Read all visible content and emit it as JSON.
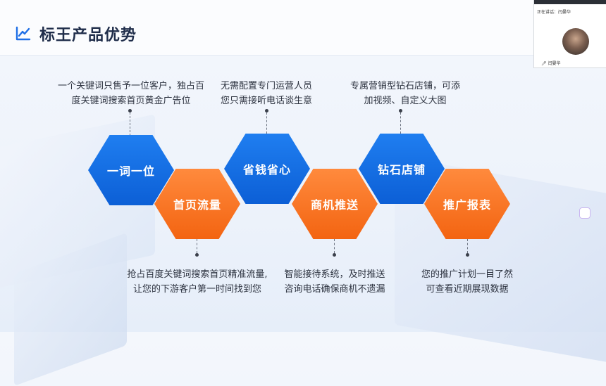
{
  "slide": {
    "title": "标王产品优势",
    "items": [
      {
        "label": "一词一位",
        "color": "blue",
        "desc": [
          "一个关键词只售予一位客户，独占百",
          "度关键词搜索首页黄金广告位"
        ]
      },
      {
        "label": "首页流量",
        "color": "orange",
        "desc": [
          "抢占百度关键词搜索首页精准流量,",
          "让您的下游客户第一时间找到您"
        ]
      },
      {
        "label": "省钱省心",
        "color": "blue",
        "desc": [
          "无需配置专门运营人员",
          "您只需接听电话谈生意"
        ]
      },
      {
        "label": "商机推送",
        "color": "orange",
        "desc": [
          "智能接待系统，及时推送",
          "咨询电话确保商机不遗漏"
        ]
      },
      {
        "label": "钻石店铺",
        "color": "blue",
        "desc": [
          "专属营销型钻石店铺，可添",
          "加视频、自定义大图"
        ]
      },
      {
        "label": "推广报表",
        "color": "orange",
        "desc": [
          "您的推广计划一目了然",
          "可查看近期展现数据"
        ]
      }
    ]
  },
  "video_panel": {
    "status": "正在讲话：闫晏华",
    "participant_name": "闫晏华"
  },
  "colors": {
    "blue": "#1f7ef0",
    "orange": "#f36411",
    "title": "#1f2d4a",
    "accent_icon": "#1f6fe6"
  },
  "icons": {
    "title": "chart-line-icon",
    "side": "share-icon"
  }
}
